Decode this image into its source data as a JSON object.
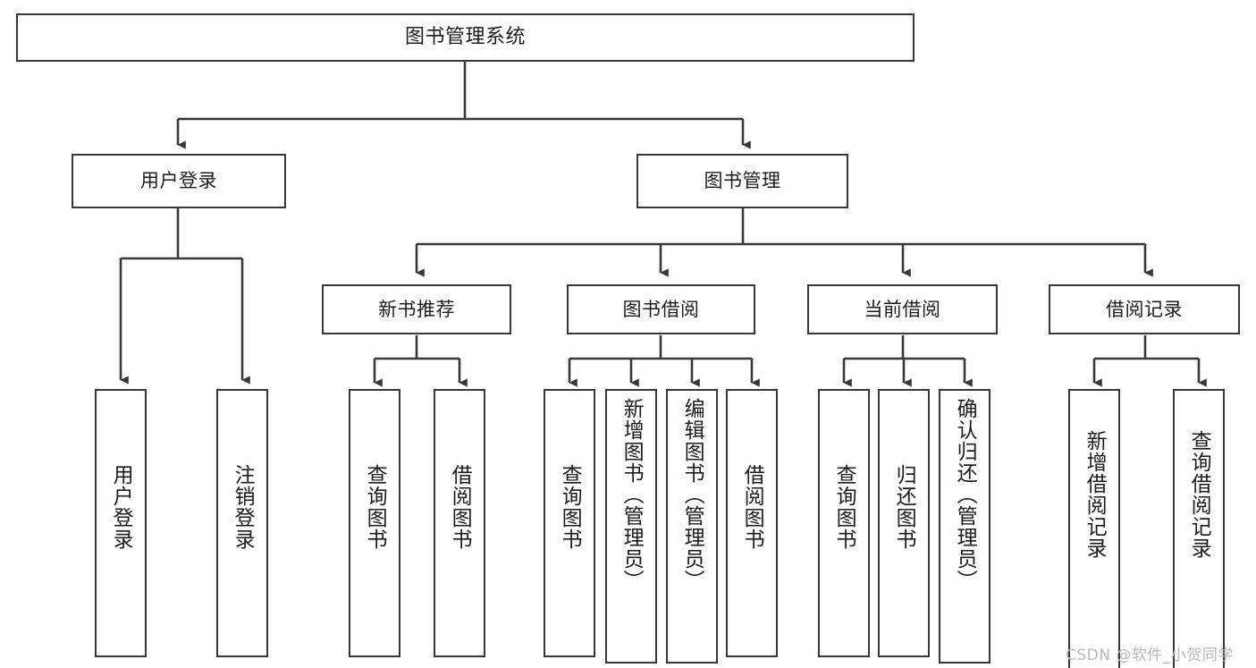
{
  "diagram": {
    "title": "图书管理系统",
    "type": "tree-hierarchy-chart",
    "line_color": "#38383b",
    "box_fill": "#ffffff",
    "text_color": "#1d1d1f",
    "background": "#ffffff"
  },
  "nodes": {
    "root": {
      "label": "图书管理系统"
    },
    "level2": [
      {
        "label": "用户登录"
      },
      {
        "label": "图书管理"
      }
    ],
    "level3": [
      {
        "label": "新书推荐"
      },
      {
        "label": "图书借阅"
      },
      {
        "label": "当前借阅"
      },
      {
        "label": "借阅记录"
      }
    ],
    "login_leaves": [
      {
        "label": "用户登录"
      },
      {
        "label": "注销登录"
      }
    ],
    "newbook_leaves": [
      {
        "label": "查询图书"
      },
      {
        "label": "借阅图书"
      }
    ],
    "borrow_leaves": [
      {
        "label": "查询图书"
      },
      {
        "label": "新增图书（管理员）"
      },
      {
        "label": "编辑图书（管理员）"
      },
      {
        "label": "借阅图书"
      }
    ],
    "current_leaves": [
      {
        "label": "查询图书"
      },
      {
        "label": "归还图书"
      },
      {
        "label": "确认归还（管理员）"
      }
    ],
    "record_leaves": [
      {
        "label": "新增借阅记录"
      },
      {
        "label": "查询借阅记录"
      }
    ]
  },
  "watermark": {
    "text": "CSDN @软件_小贺同学"
  }
}
